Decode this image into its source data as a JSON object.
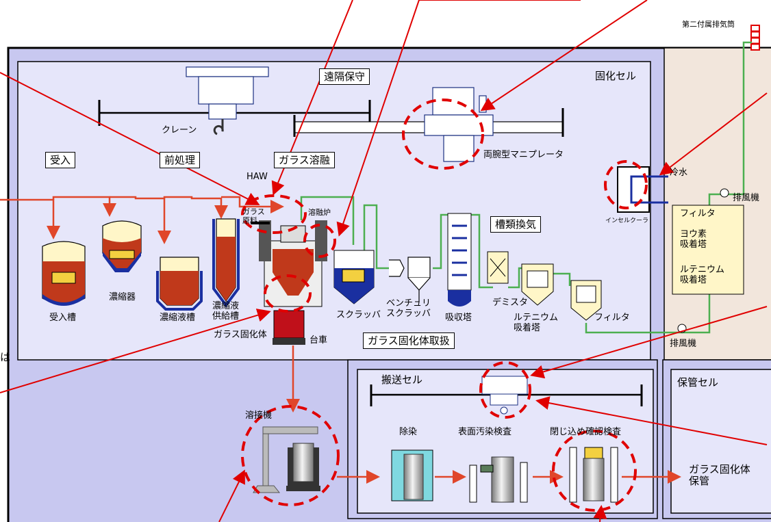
{
  "cells": {
    "solidification": "固化セル",
    "transfer": "搬送セル",
    "storage": "保管セル"
  },
  "areas": {
    "remote_maintenance": "遠隔保守",
    "receiving": "受入",
    "pretreatment": "前処理",
    "glass_melting": "ガラス溶融",
    "tank_ventilation": "槽類換気",
    "vitrified_handling": "ガラス固化体取扱"
  },
  "equipment": {
    "stack": "第二付属排気筒",
    "crane": "クレーン",
    "manipulator": "両腕型マニプレータ",
    "haw": "HAW",
    "glass_raw": "ガラス\n原料",
    "melter": "溶融炉",
    "receiving_tank": "受入槽",
    "evaporator": "濃縮器",
    "concentrate_tank": "濃縮液槽",
    "feed_tank": "濃縮液\n供給槽",
    "vitrified_body": "ガラス固化体",
    "cart": "台車",
    "scrubber": "スクラッバ",
    "venturi": "ベンチュリ\nスクラッバ",
    "absorber": "吸収塔",
    "demister": "デミスタ",
    "ru_adsorber": "ルテニウム\n吸着塔",
    "filter": "フィルタ",
    "cold_water": "冷水",
    "in_cell_cooler": "インセルクーラ",
    "exhaust_fan_top": "排風機",
    "exhaust_fan_bottom": "排風機",
    "filter_box": "フィルタ",
    "iodine_adsorber": "ヨウ素\n吸着塔",
    "ru_adsorber_box": "ルテニウム\n吸着塔",
    "welder": "溶接機",
    "decontamination": "除染",
    "surface_inspection": "表面汚染検査",
    "confinement_inspection": "閉じ込め確認検査",
    "glass_storage": "ガラス固化体\n保管",
    "edge_char": "は"
  },
  "colors": {
    "cell_fill": "#c8c8f0",
    "inner_fill": "#e6e6fa",
    "side_fill": "#f2e6dc",
    "process_line": "#e0462a",
    "vent_line": "#4caf50",
    "pointer": "#e00000",
    "highlight": "#e00000",
    "vessel_red": "#c0391b",
    "vessel_cream": "#fff6c8",
    "vessel_blue": "#1a2fa0"
  }
}
